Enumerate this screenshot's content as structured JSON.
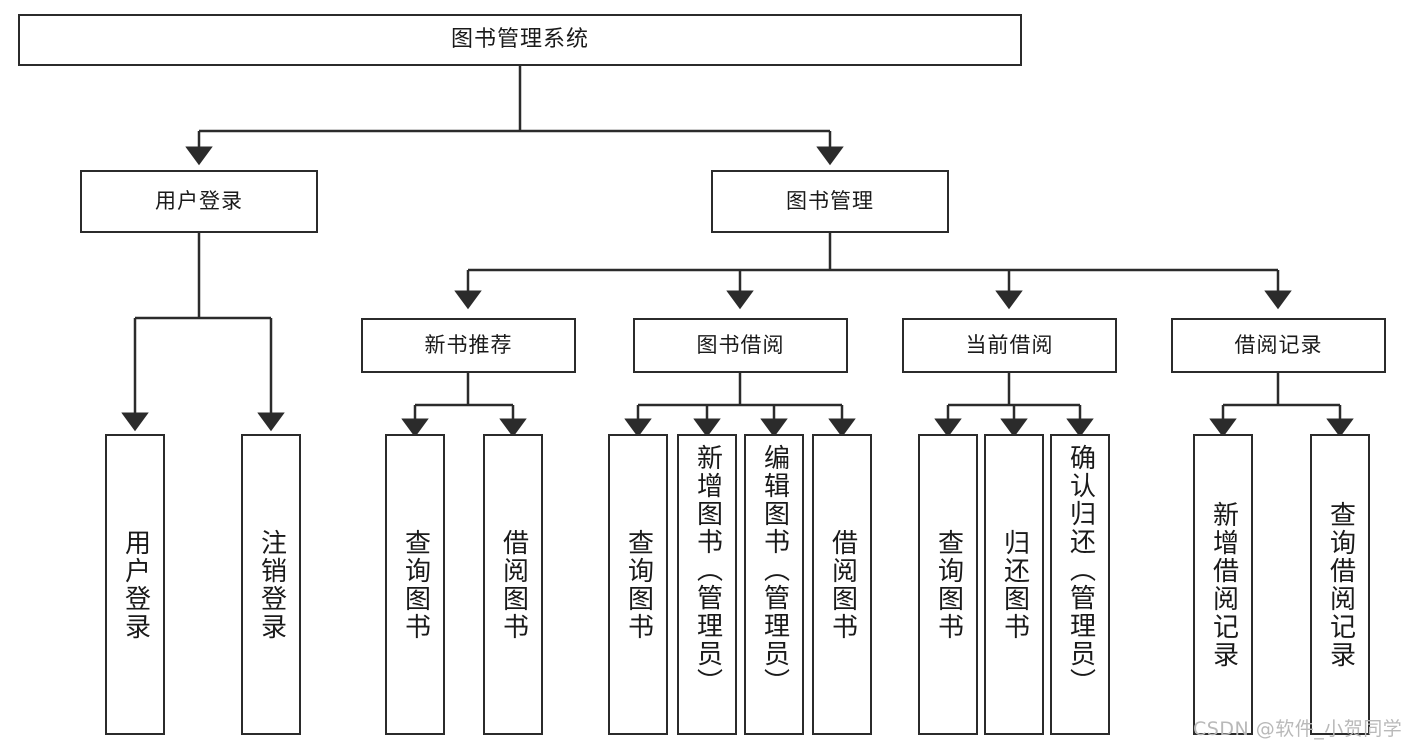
{
  "diagram": {
    "type": "tree",
    "title": "图书管理系统",
    "orientation": "top-down",
    "colors": {
      "stroke": "#2b2b2b",
      "fill": "#ffffff",
      "text": "#1a1a1a",
      "watermark": "#b9b9b9"
    },
    "nodes": {
      "root": {
        "label": "图书管理系统",
        "level": 1
      },
      "l2": [
        {
          "id": "user_login",
          "label": "用户登录",
          "level": 2
        },
        {
          "id": "book_manage",
          "label": "图书管理",
          "level": 2
        }
      ],
      "l3": [
        {
          "id": "new_book_rec",
          "label": "新书推荐",
          "level": 3,
          "parent": "book_manage"
        },
        {
          "id": "book_borrow",
          "label": "图书借阅",
          "level": 3,
          "parent": "book_manage"
        },
        {
          "id": "current_borrow",
          "label": "当前借阅",
          "level": 3,
          "parent": "book_manage"
        },
        {
          "id": "borrow_record",
          "label": "借阅记录",
          "level": 3,
          "parent": "book_manage"
        }
      ],
      "leaves": [
        {
          "id": "leaf_user_login",
          "label": "用户登录",
          "parent": "user_login"
        },
        {
          "id": "leaf_logout",
          "label": "注销登录",
          "parent": "user_login"
        },
        {
          "id": "leaf_query_book_1",
          "label": "查询图书",
          "parent": "new_book_rec"
        },
        {
          "id": "leaf_borrow_book_1",
          "label": "借阅图书",
          "parent": "new_book_rec"
        },
        {
          "id": "leaf_query_book_2",
          "label": "查询图书",
          "parent": "book_borrow"
        },
        {
          "id": "leaf_add_book",
          "label": "新增图书（管理员）",
          "parent": "book_borrow"
        },
        {
          "id": "leaf_edit_book",
          "label": "编辑图书（管理员）",
          "parent": "book_borrow"
        },
        {
          "id": "leaf_borrow_book_2",
          "label": "借阅图书",
          "parent": "book_borrow"
        },
        {
          "id": "leaf_query_book_3",
          "label": "查询图书",
          "parent": "current_borrow"
        },
        {
          "id": "leaf_return_book",
          "label": "归还图书",
          "parent": "current_borrow"
        },
        {
          "id": "leaf_confirm_return",
          "label": "确认归还（管理员）",
          "parent": "current_borrow"
        },
        {
          "id": "leaf_add_record",
          "label": "新增借阅记录",
          "parent": "borrow_record"
        },
        {
          "id": "leaf_query_record",
          "label": "查询借阅记录",
          "parent": "borrow_record"
        }
      ]
    },
    "watermark": "CSDN @软件_小贺同学"
  }
}
